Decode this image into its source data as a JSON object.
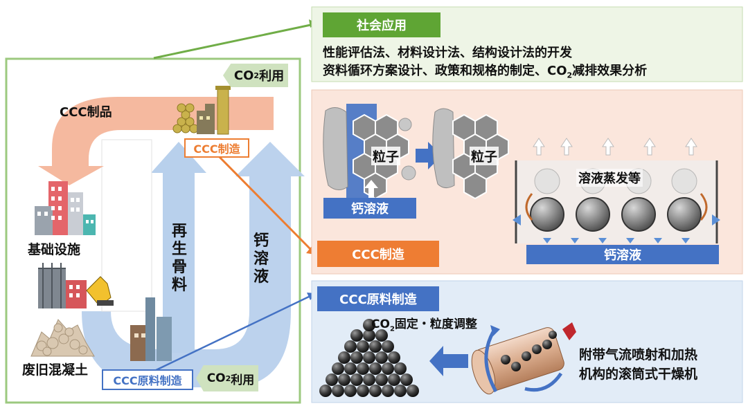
{
  "colors": {
    "panel_border": "#9cc97f",
    "social_bg": "#eef5e6",
    "social_tag": "#5fa534",
    "ccc_mfg_bg": "#fbe6dc",
    "ccc_mfg_tag": "#ee7d33",
    "raw_bg": "#e2ecf7",
    "raw_tag": "#4472c4",
    "arrow_blue": "#b8d0ec",
    "arrow_salmon": "#f4b59a",
    "co2_green": "#cfe2bf",
    "calcium_bar": "#4a7bd0"
  },
  "cycle": {
    "ccc_products": "CCC制品",
    "infrastructure": "基础设施",
    "waste_concrete": "废旧混凝土",
    "recycled_aggregate": [
      "再",
      "生",
      "骨",
      "料"
    ],
    "calcium_solution": [
      "钙",
      "溶",
      "液"
    ],
    "co2_use_top": {
      "prefix": "CO",
      "sub": "2",
      "suffix": "利用"
    },
    "co2_use_bottom": {
      "prefix": "CO",
      "sub": "2",
      "suffix": "利用"
    },
    "ccc_mfg_label": "CCC制造",
    "ccc_raw_label": "CCC原料制造"
  },
  "social": {
    "tag": "社会应用",
    "line1": "性能评估法、材料设计法、结构设计法的开发",
    "line2_prefix": "资料循环方案设计、政策和规格的制定、CO",
    "line2_sub": "2",
    "line2_suffix": "减排效果分析"
  },
  "ccc_mfg": {
    "tag": "CCC制造",
    "particle_1": "粒子",
    "particle_2": "粒子",
    "calcium_solution_left": "钙溶液",
    "calcium_solution_right": "钙溶液",
    "evaporation": "溶液蒸发等"
  },
  "raw": {
    "tag": "CCC原料制造",
    "co2_fix": {
      "prefix": "CO",
      "sub": "2",
      "suffix": "固定・粒度调整"
    },
    "dryer_line1": "附带气流喷射和加热",
    "dryer_line2": "机构的滚筒式干燥机"
  }
}
